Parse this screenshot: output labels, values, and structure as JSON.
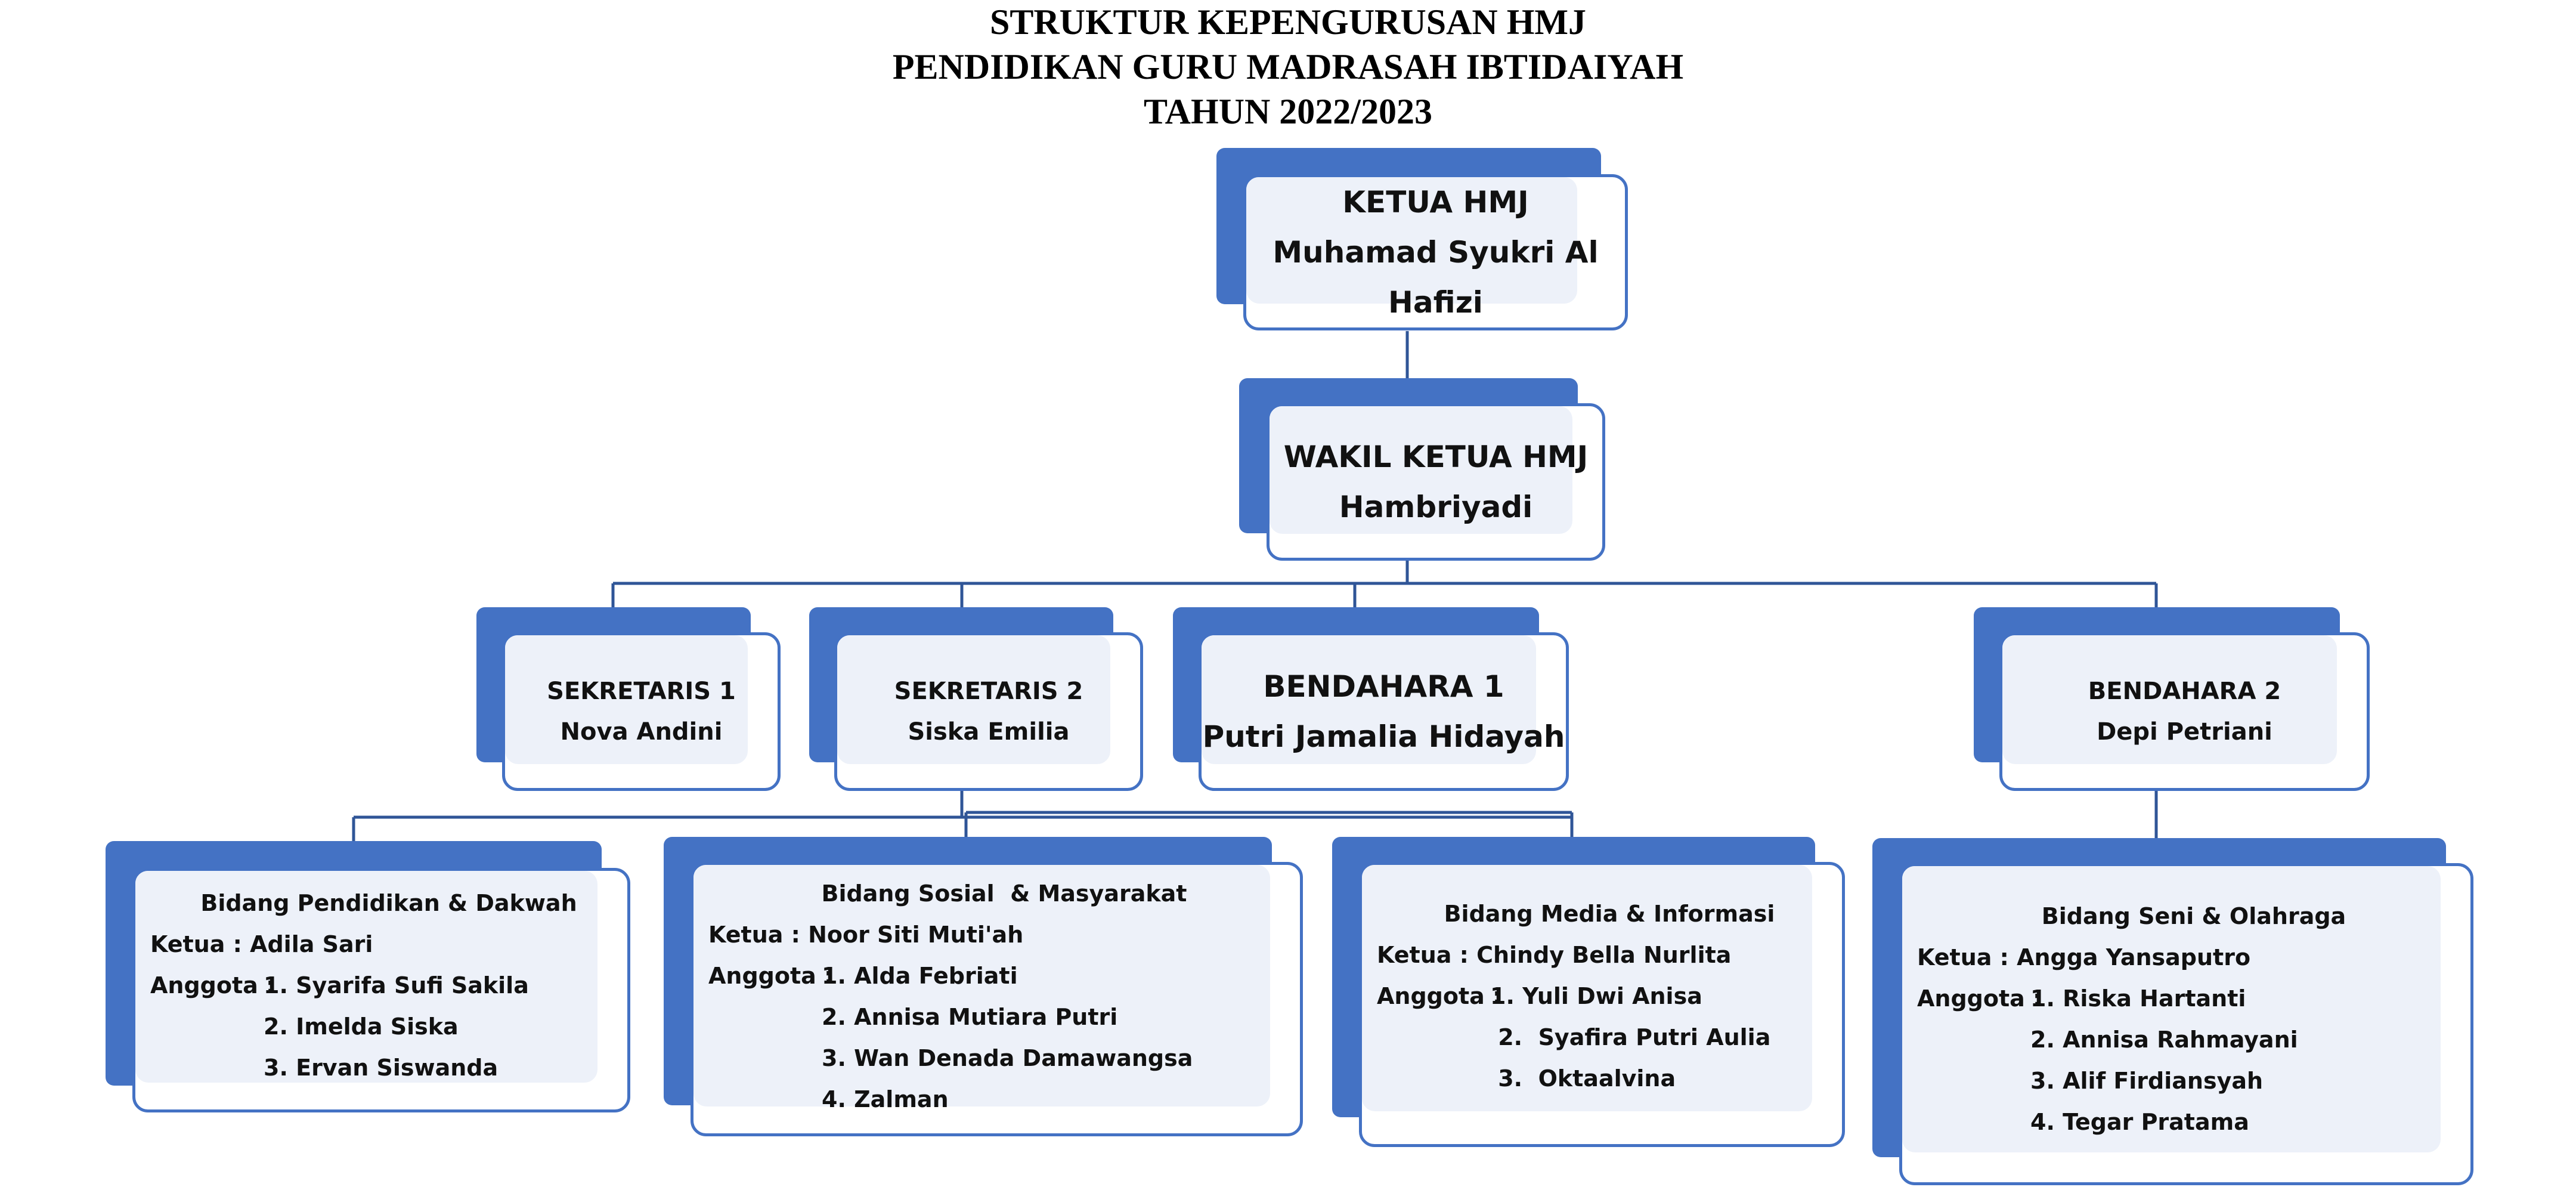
{
  "title": {
    "line1": "STRUKTUR KEPENGURUSAN HMJ",
    "line2": "PENDIDIKAN GURU MADRASAH IBTIDAIYAH",
    "line3": "TAHUN 2022/2023"
  },
  "colors": {
    "accent": "#4472C4",
    "box_fill": "#EDF1F9",
    "line": "#2F5597"
  },
  "ketua": {
    "role": "KETUA HMJ",
    "name": "Muhamad Syukri Al Hafizi"
  },
  "wakil": {
    "role": "WAKIL KETUA HMJ",
    "name": "Hambriyadi"
  },
  "officers": [
    {
      "role": "SEKRETARIS 1",
      "name": "Nova Andini"
    },
    {
      "role": "SEKRETARIS 2",
      "name": "Siska Emilia"
    },
    {
      "role": "BENDAHARA 1",
      "name": "Putri Jamalia Hidayah"
    },
    {
      "role": "BENDAHARA 2",
      "name": "Depi Petriani"
    }
  ],
  "divisions": [
    {
      "title": "Bidang Pendidikan & Dakwah",
      "ketua": "Ketua : Adila Sari",
      "anggota_label": "Anggota : ",
      "members": [
        "1. Syarifa Sufi Sakila",
        "2. Imelda Siska",
        "3. Ervan Siswanda"
      ]
    },
    {
      "title": "Bidang Sosial  & Masyarakat",
      "ketua": "Ketua : Noor Siti Muti'ah",
      "anggota_label": "Anggota : ",
      "members": [
        "1. Alda Febriati",
        "2. Annisa Mutiara Putri",
        "3. Wan Denada Damawangsa",
        "4. Zalman"
      ]
    },
    {
      "title": "Bidang Media & Informasi",
      "ketua": "Ketua : Chindy Bella Nurlita",
      "anggota_label": "Anggota : ",
      "members": [
        "1. Yuli Dwi Anisa",
        " 2.  Syafira Putri Aulia",
        " 3.  Oktaalvina"
      ]
    },
    {
      "title": "Bidang Seni & Olahraga",
      "ketua": "Ketua : Angga Yansaputro",
      "anggota_label": "Anggota : ",
      "members": [
        "1. Riska Hartanti",
        "2. Annisa Rahmayani",
        "3. Alif Firdiansyah",
        "4. Tegar Pratama"
      ]
    }
  ]
}
